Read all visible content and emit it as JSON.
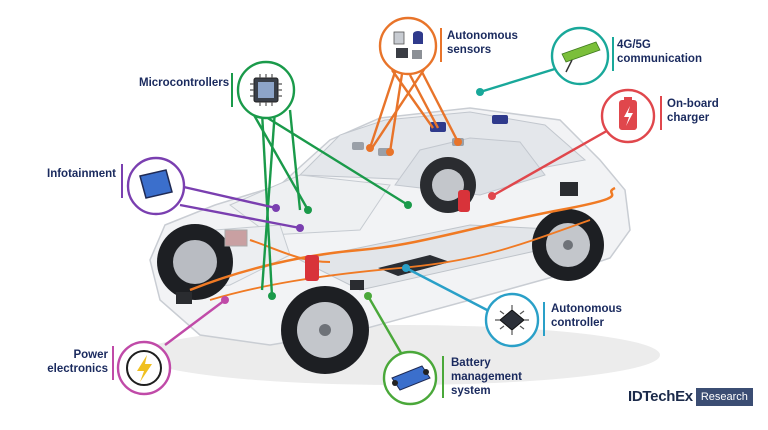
{
  "labels": {
    "autonomous_sensors": [
      "Autonomous",
      "sensors"
    ],
    "communication": [
      "4G/5G",
      "communication"
    ],
    "microcontrollers": [
      "Microcontrollers"
    ],
    "onboard_charger": [
      "On-board",
      "charger"
    ],
    "infotainment": [
      "Infotainment"
    ],
    "power_electronics": [
      "Power",
      "electronics"
    ],
    "battery_management": [
      "Battery",
      "management",
      "system"
    ],
    "autonomous_controller": [
      "Autonomous",
      "controller"
    ]
  },
  "logo": {
    "brand": "IDTechEx",
    "tag": "Research"
  },
  "colors": {
    "label_text": "#1a2a5e",
    "sensors": "#e8742a",
    "communication": "#19a89a",
    "microcontrollers": "#1a9a4a",
    "charger": "#e0474c",
    "infotainment": "#7a3fb0",
    "power": "#c04aa8",
    "battery": "#4aa83a",
    "autonomous_controller": "#2aa0c8",
    "wiring": "#f07a24"
  }
}
